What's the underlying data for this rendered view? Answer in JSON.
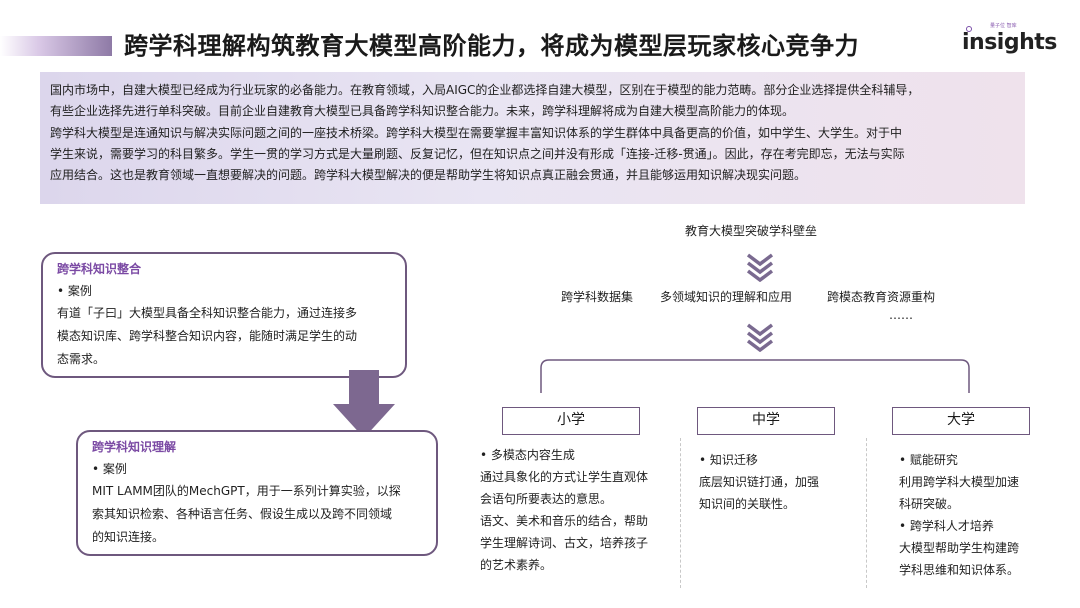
{
  "header": {
    "title": "跨学科理解构筑教育大模型高阶能力，将成为模型层玩家核心竞争力",
    "logo_small": "量子位 智库",
    "logo_text": "insights"
  },
  "intro": {
    "lines": [
      "国内市场中，自建大模型已经成为行业玩家的必备能力。在教育领域，入局AIGC的企业都选择自建大模型，区别在于模型的能力范畴。部分企业选择提供全科辅导，",
      "有些企业选择先进行单科突破。目前企业自建教育大模型已具备跨学科知识整合能力。未来，跨学科理解将成为自建大模型高阶能力的体现。",
      "跨学科大模型是连通知识与解决实际问题之间的一座技术桥梁。跨学科大模型在需要掌握丰富知识体系的学生群体中具备更高的价值，如中学生、大学生。对于中",
      "学生来说，需要学习的科目繁多。学生一贯的学习方式是大量刷题、反复记忆，但在知识点之间并没有形成「连接-迁移-贯通」。因此，存在考完即忘，无法与实际",
      "应用结合。这也是教育领域一直想要解决的问题。跨学科大模型解决的便是帮助学生将知识点真正融会贯通，并且能够运用知识解决现实问题。"
    ]
  },
  "left": {
    "box1": {
      "heading": "跨学科知识整合",
      "bullet": "•  案例",
      "lines": [
        "有道「子曰」大模型具备全科知识整合能力，通过连接多",
        "模态知识库、跨学科整合知识内容，能随时满足学生的动",
        "态需求。"
      ]
    },
    "box2": {
      "heading": "跨学科知识理解",
      "bullet": "•  案例",
      "lines": [
        "MIT LAMM团队的MechGPT，用于一系列计算实验，以探",
        "索其知识检索、各种语言任务、假设生成以及跨不同领域",
        "的知识连接。"
      ]
    }
  },
  "center": {
    "top_label": "教育大模型突破学科壁垒",
    "items": [
      "跨学科数据集",
      "多领域知识的理解和应用",
      "跨模态教育资源重构"
    ],
    "ellipsis": "……"
  },
  "levels": [
    {
      "label": "小学",
      "b1": "•  多模态内容生成",
      "t1": [
        "通过具象化的方式让学生直观体",
        "会语句所要表达的意思。",
        "语文、美术和音乐的结合，帮助",
        "学生理解诗词、古文，培养孩子",
        "的艺术素养。"
      ]
    },
    {
      "label": "中学",
      "b1": "•  知识迁移",
      "t1": [
        "底层知识链打通，加强",
        "知识间的关联性。"
      ]
    },
    {
      "label": "大学",
      "b1": "•  赋能研究",
      "t1": [
        "利用跨学科大模型加速",
        "科研突破。"
      ],
      "b2": "•  跨学科人才培养",
      "t2": [
        "大模型帮助学生构建跨",
        "学科思维和知识体系。"
      ]
    }
  ],
  "colors": {
    "accent": "#7b4aa4",
    "border": "#6e587e",
    "arrow": "#7d6890",
    "chevron": "#7a6a90"
  }
}
